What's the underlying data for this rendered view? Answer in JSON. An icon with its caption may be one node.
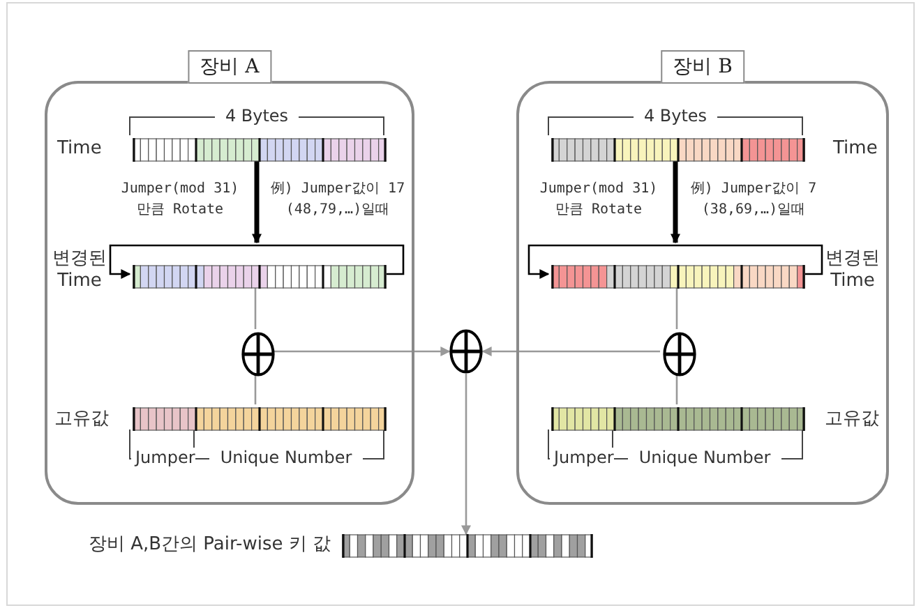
{
  "diagram": {
    "nodes": [
      {
        "text": [
          "장비 A"
        ]
      },
      {
        "text": [],
        "shape": "bar",
        "in": 0,
        "beside": [
          "Time"
        ]
      },
      {
        "text": [],
        "shape": "bar",
        "in": 0,
        "beside": [
          "변경된 Time"
        ]
      },
      {
        "text": [],
        "shape": "circle",
        "in": 0
      },
      {
        "text": [],
        "shape": "bar",
        "in": 0,
        "beside": [
          "고유값"
        ]
      },
      {
        "text": [
          "장비 B"
        ]
      },
      {
        "text": [],
        "shape": "bar",
        "in": 5,
        "beside": [
          "Time"
        ]
      },
      {
        "text": [],
        "shape": "bar",
        "in": 5,
        "beside": [
          "변경된 Time"
        ]
      },
      {
        "text": [],
        "shape": "circle",
        "in": 5
      },
      {
        "text": [],
        "shape": "bar",
        "in": 5,
        "beside": [
          "고유값"
        ]
      },
      {
        "text": [],
        "shape": "circle"
      },
      {
        "text": [],
        "shape": "bar",
        "beside": [
          "장비 A,B간의 Pair-wise 키 값"
        ]
      }
    ],
    "edges": [
      {
        "from": 1,
        "to": 2,
        "arrow": "to",
        "style": "thick",
        "color": "#000000"
      },
      {
        "from": 2,
        "to": 2,
        "arrow": "to",
        "color": "#000000"
      },
      {
        "from": 2,
        "to": 3,
        "arrow": "none"
      },
      {
        "from": 4,
        "to": 3,
        "arrow": "none"
      },
      {
        "from": 6,
        "to": 7,
        "arrow": "to",
        "style": "thick",
        "color": "#000000"
      },
      {
        "from": 7,
        "to": 7,
        "arrow": "to",
        "color": "#000000"
      },
      {
        "from": 7,
        "to": 8,
        "arrow": "none"
      },
      {
        "from": 9,
        "to": 8,
        "arrow": "none"
      },
      {
        "from": 3,
        "to": 10,
        "arrow": "to"
      },
      {
        "from": 8,
        "to": 10,
        "arrow": "to"
      },
      {
        "from": 10,
        "to": 11,
        "arrow": "to"
      }
    ],
    "labels": [
      "4 Bytes",
      "Jumper(mod 31) 만큼 Rotate",
      "例) Jumper값이 17 (48,79,…)일때",
      "Jumper",
      "Unique Number",
      "4 Bytes",
      "Jumper(mod 31) 만큼 Rotate",
      "例) Jumper값이 7 (38,69,…)일때",
      "Jumper",
      "Unique Number"
    ]
  }
}
